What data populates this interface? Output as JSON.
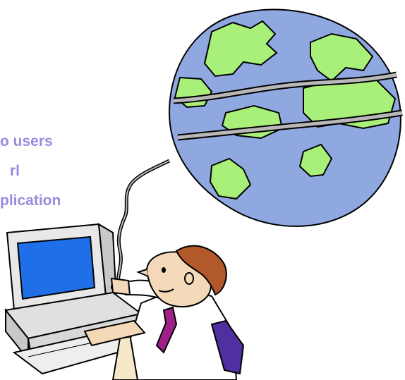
{
  "text_lines": [
    "o users",
    "rl",
    "plication"
  ],
  "colors": {
    "text": "#9b8ae0",
    "ocean": "#8fa8e0",
    "land": "#a8f07a",
    "monitor_screen": "#1f6fe8",
    "tie": "#a0208a",
    "skin": "#f4d9b8",
    "hair": "#b2592a",
    "computer": "#e8e8e8"
  },
  "icons": [
    "globe-icon",
    "computer-icon",
    "person-icon",
    "cable-icon"
  ]
}
